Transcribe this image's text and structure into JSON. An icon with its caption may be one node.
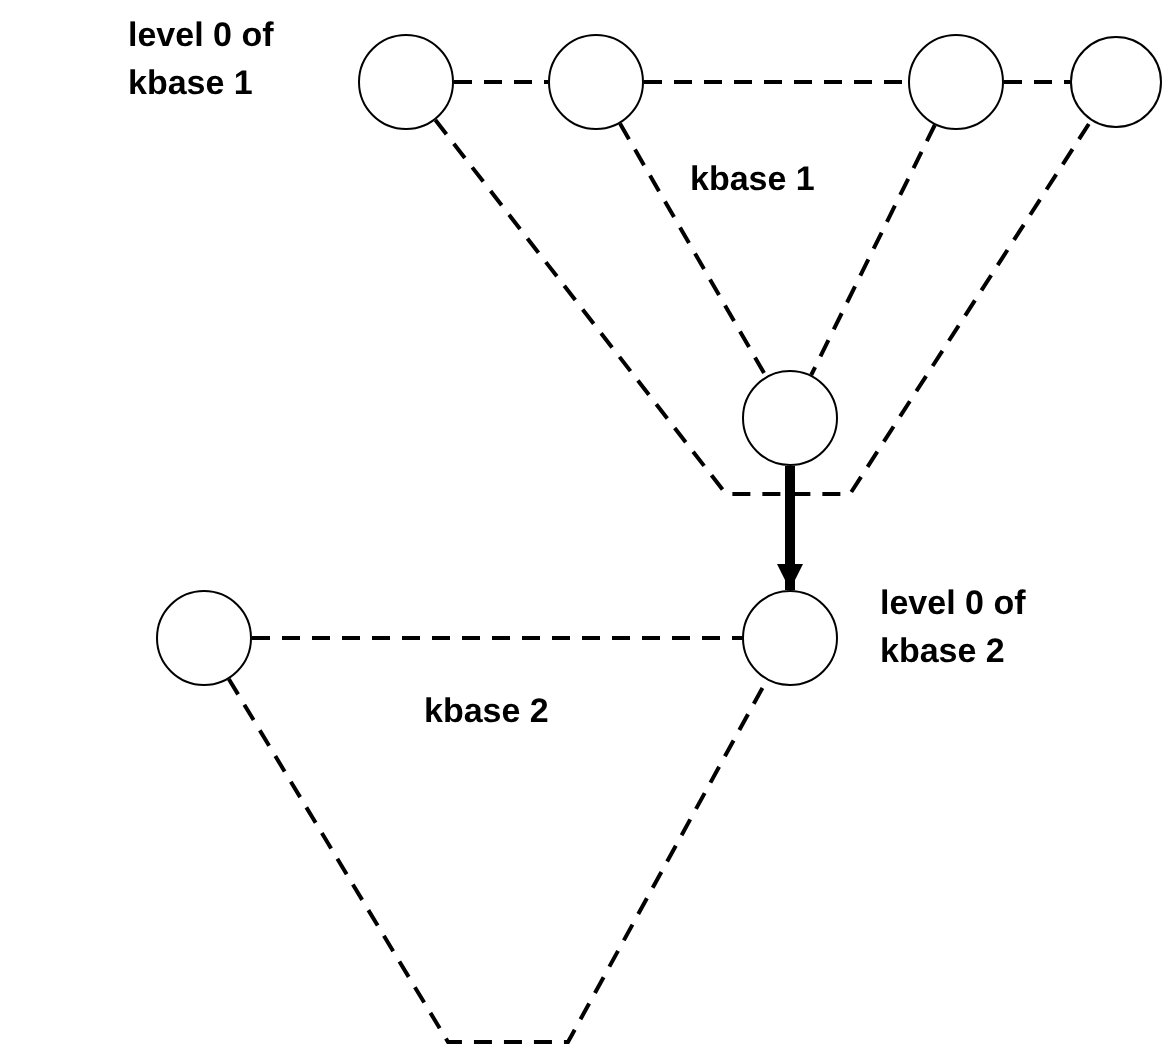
{
  "diagram": {
    "nodes": [
      {
        "text": [],
        "shape": "circle",
        "beside": [
          "level 0 of kbase 1"
        ]
      },
      {
        "text": [],
        "shape": "circle"
      },
      {
        "text": [],
        "shape": "circle"
      },
      {
        "text": [],
        "shape": "circle"
      },
      {
        "text": [],
        "shape": "circle"
      },
      {
        "text": [],
        "shape": "circle"
      },
      {
        "text": [],
        "shape": "circle",
        "beside": [
          "level 0 of kbase 2"
        ]
      }
    ],
    "edges": [
      {
        "from": 0,
        "to": 1,
        "arrow": "none",
        "style": "dashed"
      },
      {
        "from": 1,
        "to": 2,
        "arrow": "none",
        "style": "dashed"
      },
      {
        "from": 2,
        "to": 3,
        "arrow": "none",
        "style": "dashed"
      },
      {
        "from": 1,
        "to": 4,
        "arrow": "none",
        "style": "dashed"
      },
      {
        "from": 2,
        "to": 4,
        "arrow": "none",
        "style": "dashed"
      },
      {
        "from": 0,
        "to": 3,
        "arrow": "none",
        "style": "dashed"
      },
      {
        "from": 4,
        "to": 6,
        "arrow": "to",
        "style": "thick"
      },
      {
        "from": 5,
        "to": 6,
        "arrow": "none",
        "style": "dashed"
      },
      {
        "from": 5,
        "to": 6,
        "arrow": "none",
        "style": "dashed"
      }
    ],
    "labels": [
      "kbase 1",
      "kbase 2"
    ]
  }
}
